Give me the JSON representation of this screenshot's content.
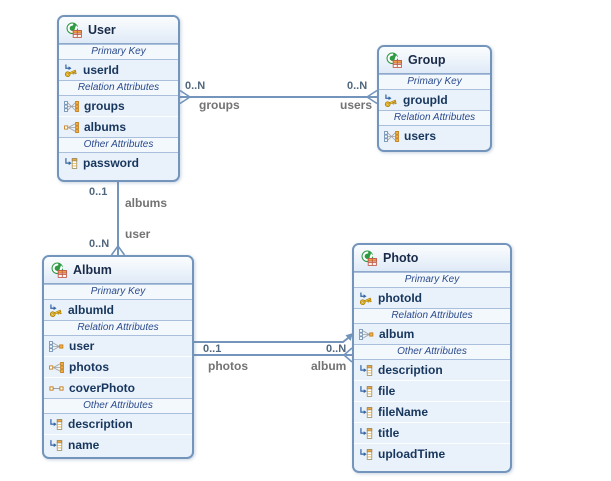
{
  "entities": [
    {
      "name": "User",
      "sections": [
        {
          "label": "Primary Key",
          "attributes": [
            {
              "name": "userId",
              "icon": "primary-key-icon"
            }
          ]
        },
        {
          "label": "Relation Attributes",
          "attributes": [
            {
              "name": "groups",
              "icon": "many-to-many-icon"
            },
            {
              "name": "albums",
              "icon": "one-to-many-icon"
            }
          ]
        },
        {
          "label": "Other Attributes",
          "attributes": [
            {
              "name": "password",
              "icon": "basic-attribute-icon"
            }
          ]
        }
      ]
    },
    {
      "name": "Group",
      "sections": [
        {
          "label": "Primary Key",
          "attributes": [
            {
              "name": "groupId",
              "icon": "primary-key-icon"
            }
          ]
        },
        {
          "label": "Relation Attributes",
          "attributes": [
            {
              "name": "users",
              "icon": "many-to-many-icon"
            }
          ]
        }
      ]
    },
    {
      "name": "Album",
      "sections": [
        {
          "label": "Primary Key",
          "attributes": [
            {
              "name": "albumId",
              "icon": "primary-key-icon"
            }
          ]
        },
        {
          "label": "Relation Attributes",
          "attributes": [
            {
              "name": "user",
              "icon": "many-to-one-icon"
            },
            {
              "name": "photos",
              "icon": "one-to-many-icon"
            },
            {
              "name": "coverPhoto",
              "icon": "one-to-one-icon"
            }
          ]
        },
        {
          "label": "Other Attributes",
          "attributes": [
            {
              "name": "description",
              "icon": "basic-attribute-icon"
            },
            {
              "name": "name",
              "icon": "basic-attribute-icon"
            }
          ]
        }
      ]
    },
    {
      "name": "Photo",
      "sections": [
        {
          "label": "Primary Key",
          "attributes": [
            {
              "name": "photoId",
              "icon": "primary-key-icon"
            }
          ]
        },
        {
          "label": "Relation Attributes",
          "attributes": [
            {
              "name": "album",
              "icon": "many-to-one-icon"
            }
          ]
        },
        {
          "label": "Other Attributes",
          "attributes": [
            {
              "name": "description",
              "icon": "basic-attribute-icon"
            },
            {
              "name": "file",
              "icon": "basic-attribute-icon"
            },
            {
              "name": "fileName",
              "icon": "basic-attribute-icon"
            },
            {
              "name": "title",
              "icon": "basic-attribute-icon"
            },
            {
              "name": "uploadTime",
              "icon": "basic-attribute-icon"
            }
          ]
        }
      ]
    }
  ],
  "relationships": [
    {
      "between": [
        "User",
        "Group"
      ],
      "labels": {
        "left_multiplicity": "0..N",
        "left_role": "groups",
        "right_multiplicity": "0..N",
        "right_role": "users"
      }
    },
    {
      "between": [
        "User",
        "Album"
      ],
      "labels": {
        "top_multiplicity": "0..1",
        "top_role": "albums",
        "bottom_role": "user",
        "bottom_multiplicity": "0..N"
      }
    },
    {
      "between": [
        "Album",
        "Photo"
      ],
      "labels": {
        "left_multiplicity": "0..1",
        "left_role": "photos",
        "right_multiplicity": "0..N",
        "right_role": "album"
      }
    }
  ],
  "colors": {
    "entity_border": "#7495bb",
    "entity_fill": "#e9f1fa",
    "wire": "#7495bb",
    "attribute_text": "#17365d",
    "section_text": "#2a4a8c",
    "multiplicity_text": "#51677e",
    "role_text": "#737373",
    "icon_green": "#2e9b44",
    "icon_orange": "#f2a53a",
    "icon_gold": "#f8c93c"
  }
}
